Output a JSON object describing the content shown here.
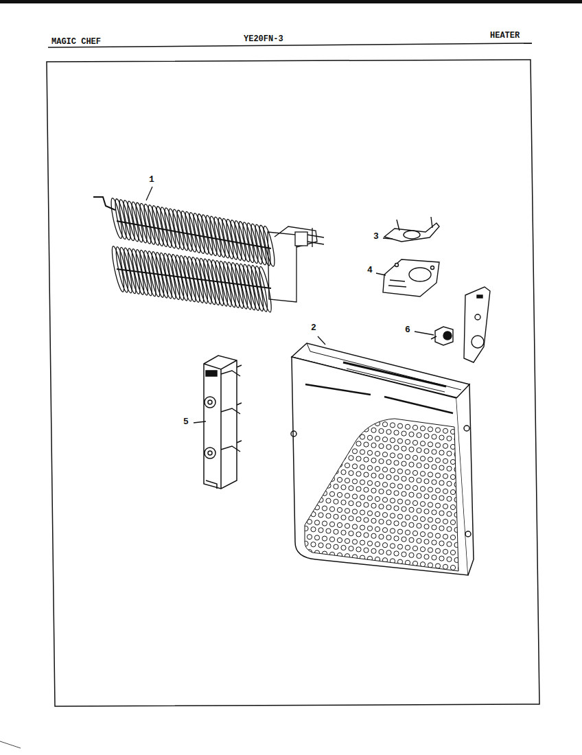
{
  "diagram": {
    "labels": [
      "MAGIC CHEF",
      "YE20FN-3",
      "HEATER",
      "1",
      "2",
      "3",
      "4",
      "5",
      "6"
    ]
  }
}
